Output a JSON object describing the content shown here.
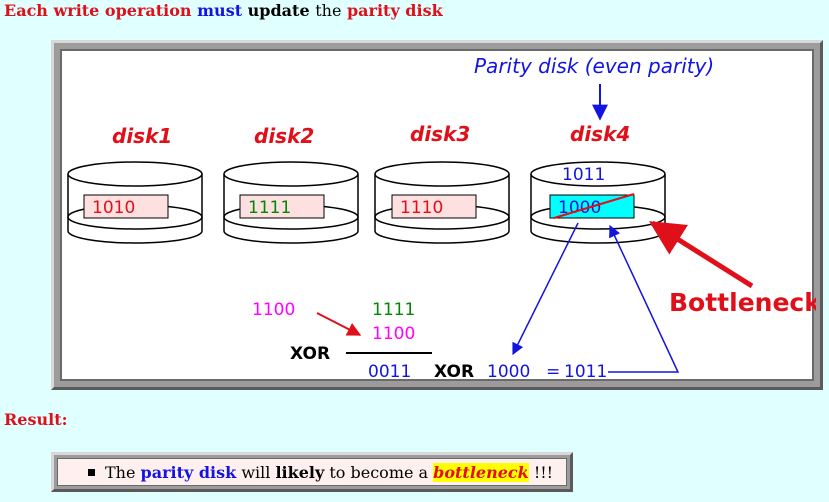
{
  "heading": {
    "part1": "Each write operation",
    "part2": "must",
    "part3": "update",
    "part4": "the",
    "part5": "parity disk"
  },
  "diagram": {
    "parity_label": "Parity disk (even parity)",
    "disks": [
      {
        "name": "disk1",
        "value": "1010",
        "color": "#e0101a"
      },
      {
        "name": "disk2",
        "value": "1111",
        "color": "#008800"
      },
      {
        "name": "disk3",
        "value": "1110",
        "color": "#e0101a"
      },
      {
        "name": "disk4",
        "old_value": "1000",
        "new_value": "1011",
        "color": "#1414e0"
      }
    ],
    "bottleneck": "Bottleneck",
    "calc": {
      "old_data": "1100",
      "operand_top": "1111",
      "operand_bottom": "1100",
      "xor": "XOR",
      "result": "0011",
      "xor2": "XOR",
      "old_parity": "1000",
      "equals": "=",
      "new_parity": "1011"
    },
    "colors": {
      "red": "#e0101a",
      "blue": "#1414e0",
      "green": "#008800",
      "magenta": "#ff00ff",
      "cyan": "#00ffff"
    }
  },
  "result": {
    "label": "Result:",
    "text1": "The",
    "text2": "parity disk",
    "text3": "will",
    "text4": "likely",
    "text5": "to become a",
    "text6": "bottleneck",
    "text7": "!!!"
  }
}
